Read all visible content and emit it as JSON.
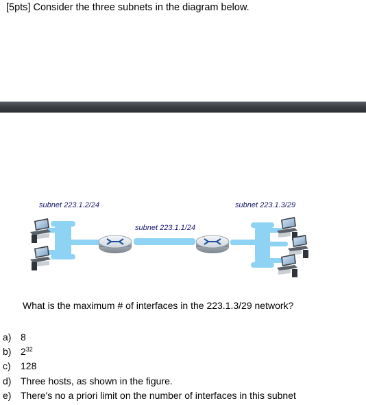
{
  "header": {
    "text": "[5pts] Consider the three subnets in the diagram below."
  },
  "diagram": {
    "subnet_left": "subnet 223.1.2/24",
    "subnet_right": "subnet 223.1.3/29",
    "subnet_middle": "subnet 223.1.1/24",
    "colors": {
      "link": "#8fd3f4",
      "router_top": "#e8ecef",
      "router_side": "#9aa3aa",
      "monitor": "#3a3f45",
      "screen": "#a9c4dd"
    },
    "icons": [
      "router-icon",
      "computer-icon"
    ]
  },
  "question": {
    "text": "What is the maximum # of interfaces in the 223.1.3/29 network?"
  },
  "options": [
    {
      "letter": "a)",
      "text": "8"
    },
    {
      "letter": "b)",
      "text": "2",
      "sup": "32"
    },
    {
      "letter": "c)",
      "text": "128"
    },
    {
      "letter": "d)",
      "text": "Three hosts, as shown in the figure."
    },
    {
      "letter": "e)",
      "text": "There's no a priori limit on the number of interfaces in this subnet"
    }
  ]
}
